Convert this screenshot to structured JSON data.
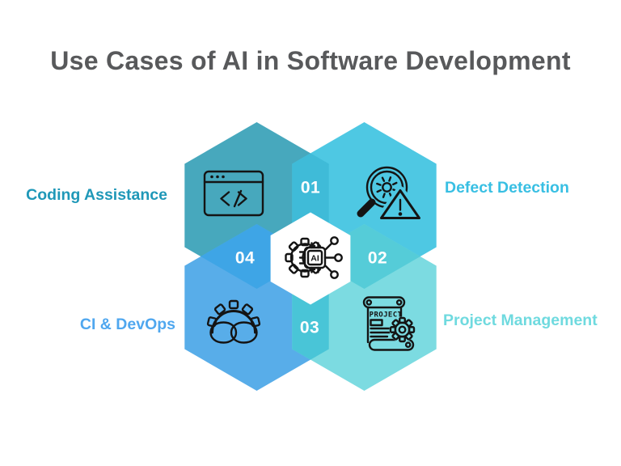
{
  "title": "Use Cases of AI in Software Development",
  "colors": {
    "background": "#FFFFFF",
    "title_text": "#58595B",
    "number_text": "#FFFFFF",
    "icon_stroke": "#141414",
    "hex_top_left": "#47A8BD",
    "hex_top_right": "#4EC8E3",
    "hex_bottom_left": "#58ADE9",
    "hex_bottom_right": "#7CDBE1",
    "overlap_01": "#3FBBD8",
    "overlap_02": "#55CCD8",
    "overlap_03": "#49C5D7",
    "overlap_04": "#3EA5E6",
    "center_hex": "#FFFFFF"
  },
  "items": [
    {
      "number": "01",
      "label": "Coding Assistance",
      "label_color": "#1F98B8",
      "position": "top-left",
      "icon": "browser-code-icon"
    },
    {
      "number": "02",
      "label": "Defect Detection",
      "label_color": "#38BFE3",
      "position": "top-right",
      "icon": "magnifier-gear-warning-icon"
    },
    {
      "number": "03",
      "label": "Project Management",
      "label_color": "#6FDADF",
      "position": "bottom-right",
      "icon": "scroll-gear-icon",
      "icon_text": "PROJECT"
    },
    {
      "number": "04",
      "label": "CI & DevOps",
      "label_color": "#4FA7EF",
      "position": "bottom-left",
      "icon": "gear-infinity-icon"
    }
  ],
  "center": {
    "icon": "ai-chip-gear-icon",
    "text": "AI"
  }
}
